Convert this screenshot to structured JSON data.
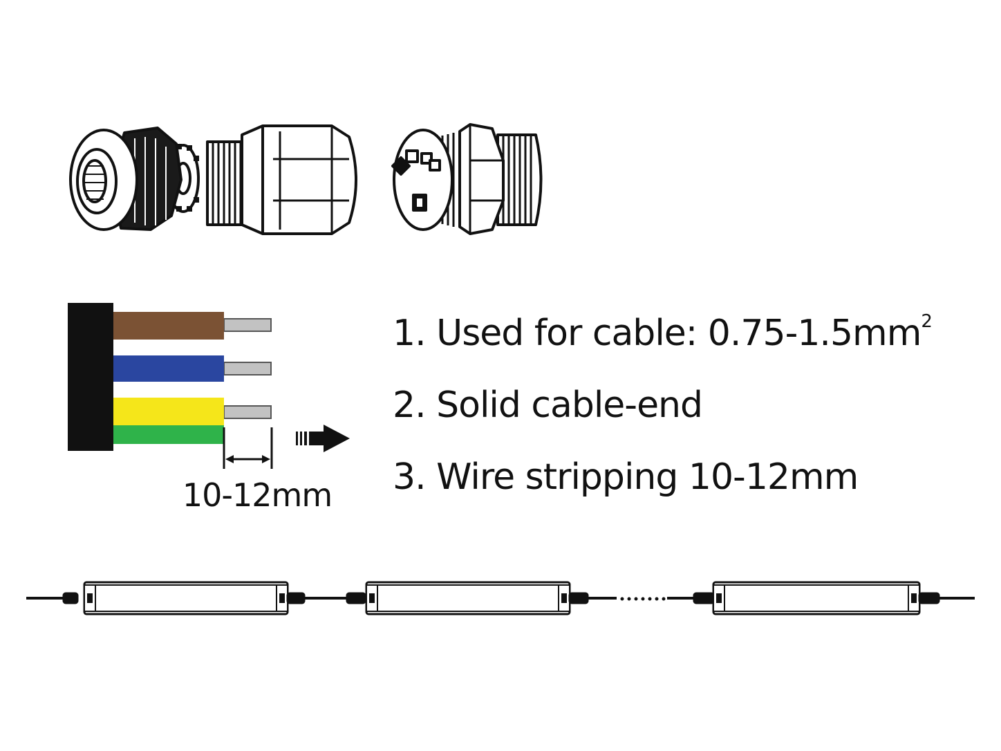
{
  "instructions": {
    "step1_text": "1. Used for cable: 0.75-1.5mm",
    "step1_sup": "2",
    "step2_text": "2. Solid cable-end",
    "step3_text": "3. Wire stripping 10-12mm"
  },
  "dimension_label": "10-12mm",
  "wires": [
    {
      "name": "brown",
      "color": "#7b5234"
    },
    {
      "name": "blue",
      "color": "#2a46a0"
    },
    {
      "name": "yellow",
      "color": "#f5e61a"
    },
    {
      "name": "green",
      "color": "#2fb34a"
    }
  ],
  "colors": {
    "line": "#111111",
    "cable_jacket": "#111111",
    "conductor": "#c2c2c2"
  }
}
